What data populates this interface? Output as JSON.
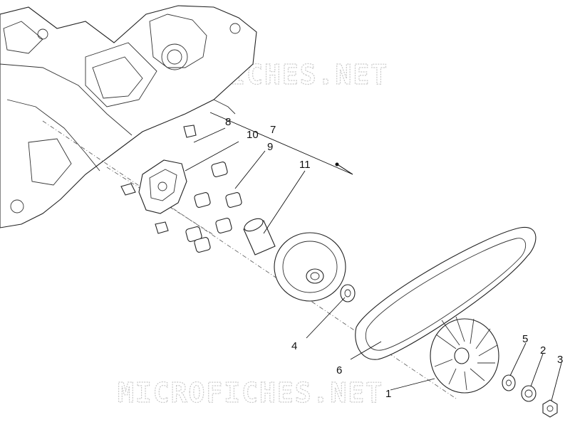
{
  "watermarks": [
    "MICROFICHES.NET",
    "MICROFICHES.NET"
  ],
  "callouts": [
    {
      "id": "1",
      "label": "1"
    },
    {
      "id": "2",
      "label": "2"
    },
    {
      "id": "3",
      "label": "3"
    },
    {
      "id": "4",
      "label": "4"
    },
    {
      "id": "5",
      "label": "5"
    },
    {
      "id": "6",
      "label": "6"
    },
    {
      "id": "7",
      "label": "7"
    },
    {
      "id": "8",
      "label": "8"
    },
    {
      "id": "9",
      "label": "9"
    },
    {
      "id": "10",
      "label": "10"
    },
    {
      "id": "11",
      "label": "11"
    }
  ],
  "colors": {
    "line": "#222222",
    "watermark": "#c9c9c9",
    "background": "#ffffff"
  }
}
